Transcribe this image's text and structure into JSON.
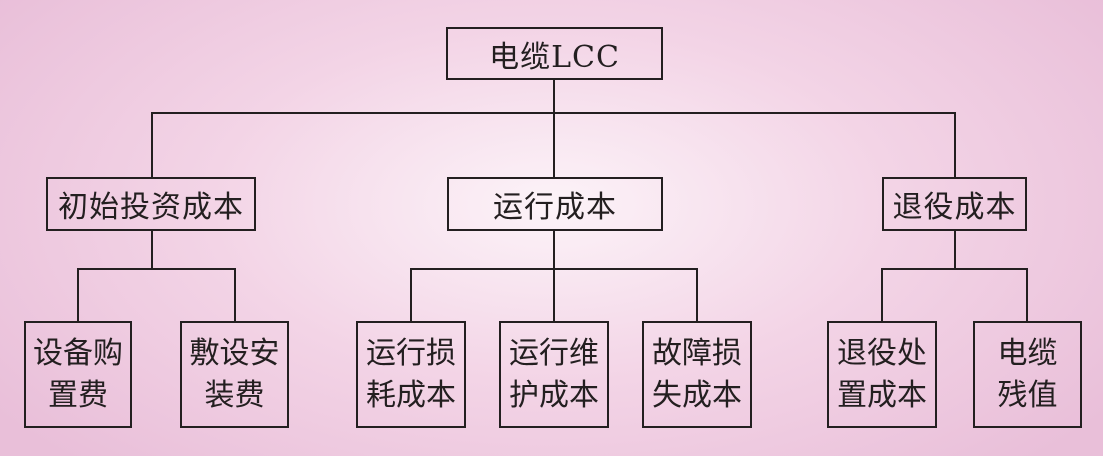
{
  "root": {
    "label": "电缆LCC"
  },
  "level1": [
    {
      "label": "初始投资成本"
    },
    {
      "label": "运行成本"
    },
    {
      "label": "退役成本"
    }
  ],
  "level2": [
    {
      "line1": "设备购",
      "line2": "置费"
    },
    {
      "line1": "敷设安",
      "line2": "装费"
    },
    {
      "line1": "运行损",
      "line2": "耗成本"
    },
    {
      "line1": "运行维",
      "line2": "护成本"
    },
    {
      "line1": "故障损",
      "line2": "失成本"
    },
    {
      "line1": "退役处",
      "line2": "置成本"
    },
    {
      "line1": "电缆",
      "line2": "残值"
    }
  ]
}
